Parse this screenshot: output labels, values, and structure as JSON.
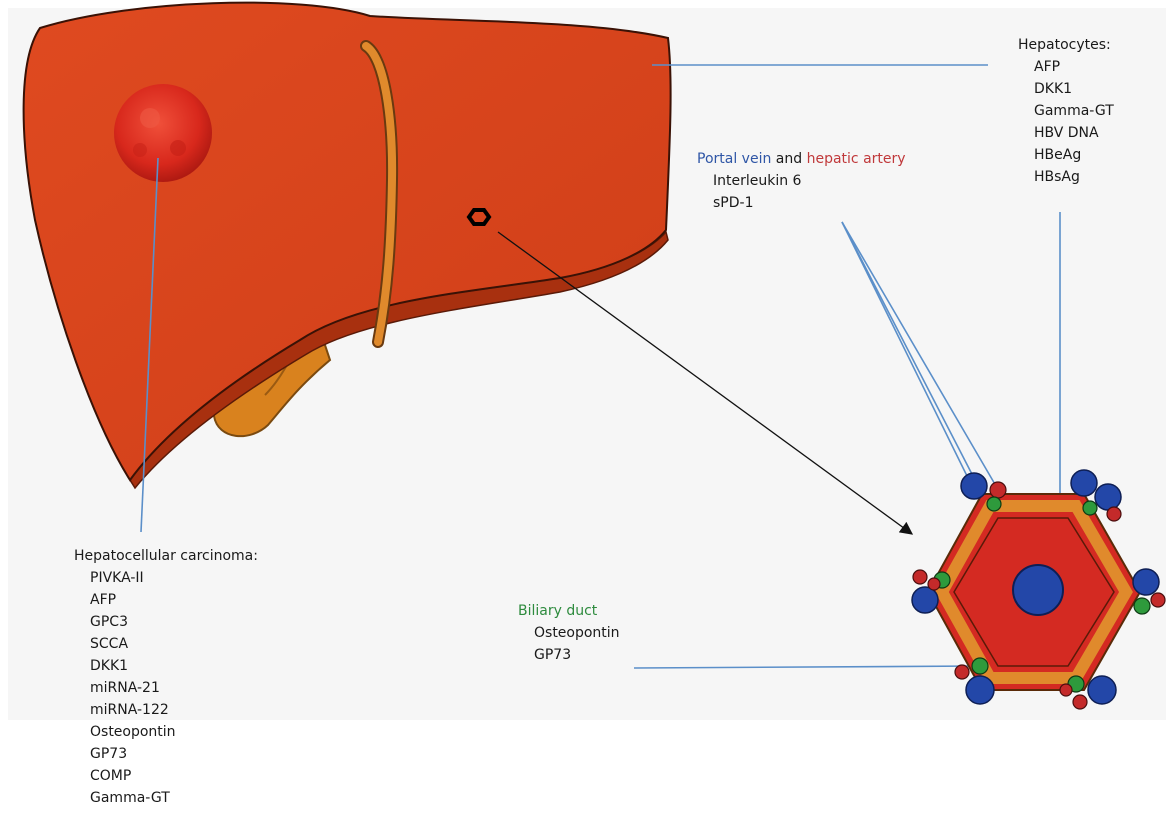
{
  "hepatocytes": {
    "title": "Hepatocytes:",
    "items": [
      "AFP",
      "DKK1",
      "Gamma-GT",
      "HBV DNA",
      "HBeAg",
      "HBsAg"
    ]
  },
  "portal": {
    "portal_vein": "Portal vein",
    "and": "and",
    "hepatic_artery": "hepatic artery",
    "items": [
      "Interleukin 6",
      "sPD-1"
    ]
  },
  "biliary": {
    "title": "Biliary duct",
    "items": [
      "Osteopontin",
      "GP73"
    ]
  },
  "hcc": {
    "title": "Hepatocellular carcinoma:",
    "items": [
      "PIVKA-II",
      "AFP",
      "GPC3",
      "SCCA",
      "DKK1",
      "miRNA-21",
      "miRNA-122",
      "Osteopontin",
      "GP73",
      "COMP",
      "Gamma-GT"
    ]
  },
  "colors": {
    "liver": "#d9441c",
    "hexagon_fill": "#d42a22",
    "hexagon_border": "#e08a2c",
    "portal_vein": "#2f56a6",
    "hepatic_artery": "#c0393b",
    "biliary_duct": "#2e8b3e",
    "leader_line": "#5b8fc9"
  }
}
